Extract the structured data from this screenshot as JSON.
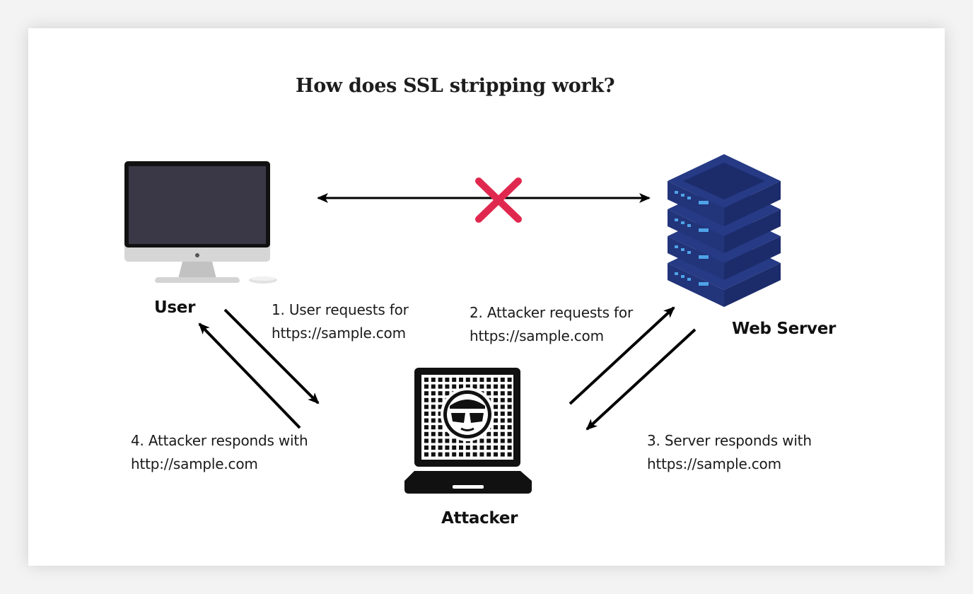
{
  "title": "How does SSL stripping work?",
  "nodes": {
    "user": "User",
    "server": "Web Server",
    "attacker": "Attacker"
  },
  "steps": [
    {
      "line1": "1. User requests for",
      "line2": "https://sample.com"
    },
    {
      "line1": "2. Attacker requests for",
      "line2": "https://sample.com"
    },
    {
      "line1": "3. Server responds with",
      "line2": "https://sample.com"
    },
    {
      "line1": "4. Attacker responds with",
      "line2": "http://sample.com"
    }
  ],
  "colors": {
    "arrow": "#000000",
    "blocked_mark": "#e0284f",
    "server_body": "#263a85",
    "server_top": "#1c2c6b",
    "server_led": "#4fa3e8",
    "monitor_screen": "#3a3846",
    "monitor_frame": "#111111",
    "monitor_stand": "#c9c9c9"
  },
  "icons": [
    "desktop-computer-icon",
    "server-stack-icon",
    "hacker-laptop-icon",
    "blocked-x-icon"
  ]
}
